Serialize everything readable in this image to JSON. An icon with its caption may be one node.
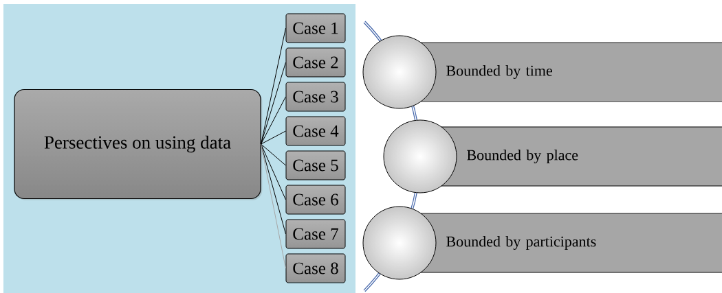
{
  "diagram": {
    "nodes": [
      {
        "text": [
          "Persectives on using data"
        ]
      },
      {
        "text": [
          "Case 1"
        ]
      },
      {
        "text": [
          "Case 2"
        ]
      },
      {
        "text": [
          "Case 3"
        ]
      },
      {
        "text": [
          "Case 4"
        ]
      },
      {
        "text": [
          "Case 5"
        ]
      },
      {
        "text": [
          "Case 6"
        ]
      },
      {
        "text": [
          "Case 7"
        ]
      },
      {
        "text": [
          "Case 8"
        ]
      },
      {
        "text": [],
        "shape": "circle"
      },
      {
        "text": [
          "Bounded by time"
        ]
      },
      {
        "text": [],
        "shape": "circle"
      },
      {
        "text": [
          "Bounded by place"
        ]
      },
      {
        "text": [],
        "shape": "circle"
      },
      {
        "text": [
          "Bounded by participants"
        ]
      }
    ],
    "edges": [
      {
        "from": 0,
        "to": 1,
        "arrow": "none"
      },
      {
        "from": 0,
        "to": 2,
        "arrow": "none"
      },
      {
        "from": 0,
        "to": 3,
        "arrow": "none"
      },
      {
        "from": 0,
        "to": 4,
        "arrow": "none"
      },
      {
        "from": 0,
        "to": 5,
        "arrow": "none"
      },
      {
        "from": 0,
        "to": 6,
        "arrow": "none"
      },
      {
        "from": 0,
        "to": 7,
        "arrow": "none"
      },
      {
        "from": 0,
        "to": 8,
        "arrow": "none",
        "color": "#a6a6a6"
      }
    ]
  }
}
